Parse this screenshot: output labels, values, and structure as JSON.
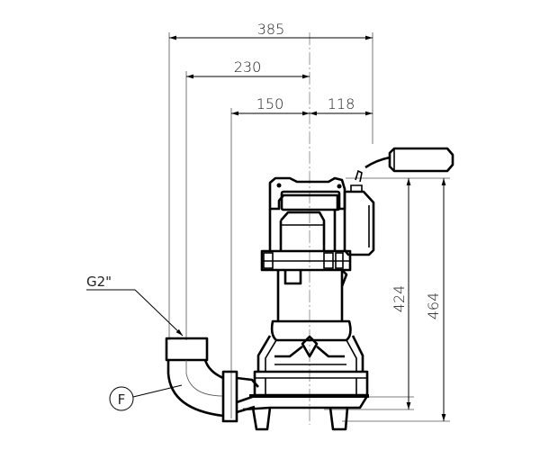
{
  "drawing": {
    "dimensions": {
      "overall_width": "385",
      "outlet_offset": "230",
      "pipe_to_center": "150",
      "center_to_right": "118",
      "height_body": "424",
      "height_total": "464"
    },
    "labels": {
      "thread": "G2\"",
      "flange_marker": "F"
    },
    "colors": {
      "line": "#000000",
      "extension": "#555555",
      "centerline": "#999999"
    }
  }
}
